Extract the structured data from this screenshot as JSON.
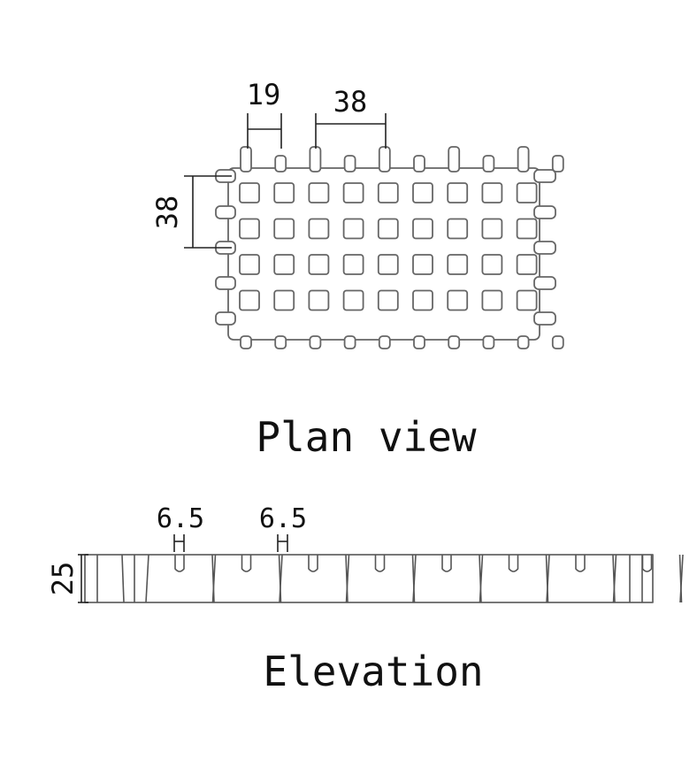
{
  "plan_view": {
    "caption": "Plan view",
    "dims": {
      "pitch_small": "19",
      "pitch_large": "38",
      "row_pitch": "38"
    },
    "grid": {
      "rows": 4,
      "cols": 9
    }
  },
  "elevation": {
    "caption": "Elevation",
    "dims": {
      "slot_width_a": "6.5",
      "slot_width_b": "6.5",
      "height": "25"
    },
    "segments": 9
  },
  "colors": {
    "line": "#666666",
    "text": "#111111",
    "background": "#ffffff"
  }
}
